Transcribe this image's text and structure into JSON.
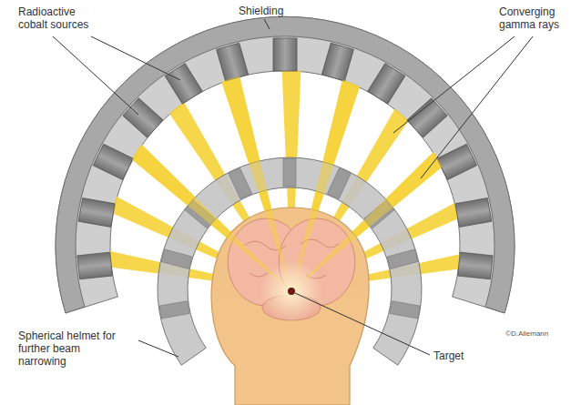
{
  "diagram": {
    "labels": [
      "Radioactive cobalt sources",
      "Shielding",
      "Converging gamma rays",
      "Spherical helmet for further beam narrowing",
      "Target",
      "©D.Allemann"
    ]
  }
}
